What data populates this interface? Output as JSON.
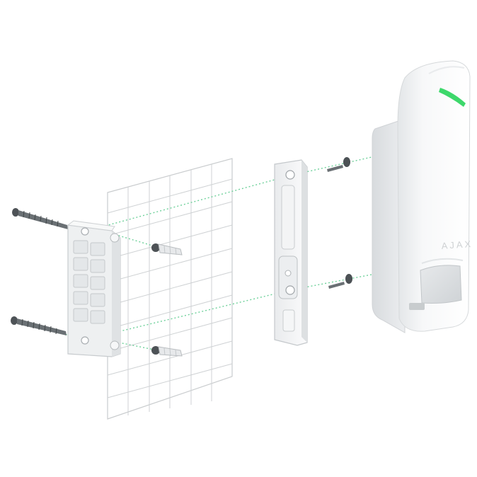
{
  "illustration": {
    "brand_text": "AJAX",
    "colors": {
      "background": "#ffffff",
      "device_body": "#f4f5f6",
      "device_shadow": "#dfe2e4",
      "indicator": "#3dd86b",
      "guide_line": "#56c98a",
      "tile_line": "#c9ccce",
      "screw_metal": "#5d6266"
    },
    "parts": [
      "screws",
      "bracket",
      "wall-tiles",
      "wall-plugs",
      "mounting-panel",
      "motion-detector"
    ]
  }
}
